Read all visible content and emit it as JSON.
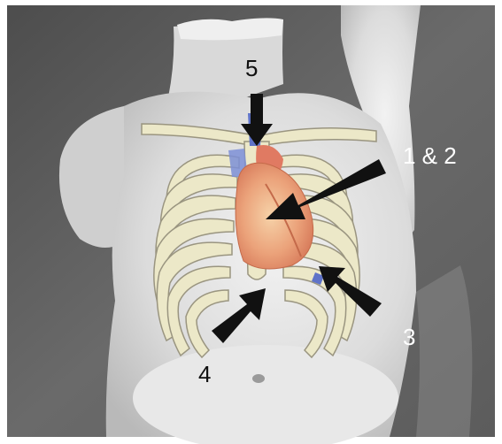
{
  "labels": {
    "view_1_2": "1 & 2",
    "view_3": "3",
    "view_4": "4",
    "view_5": "5"
  },
  "icons": {
    "arrow_1_2": "arrow-icon",
    "arrow_3": "arrow-icon",
    "arrow_4": "arrow-icon",
    "arrow_5": "arrow-icon"
  },
  "colors": {
    "background": "#5a5a5a",
    "sculpture": "#e6e6e6",
    "ribs": "#ece8c8",
    "rib_outline": "#9a9580",
    "heart": "#e9a078",
    "vessel_blue": "#5f73c8",
    "arrow": "#111111",
    "text_light": "#ffffff",
    "text_dark": "#111111"
  }
}
